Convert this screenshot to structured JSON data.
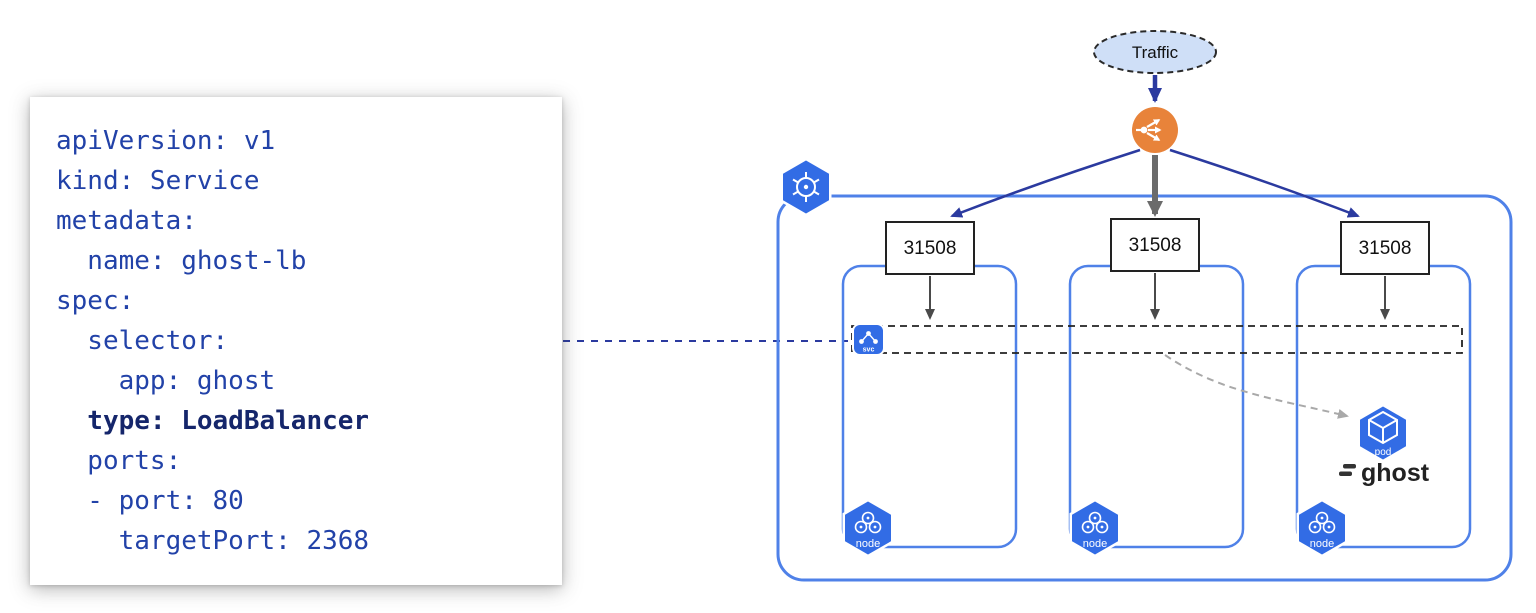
{
  "code_panel": {
    "lines": [
      "apiVersion: v1",
      "kind: Service",
      "metadata:",
      "  name: ghost-lb",
      "spec:",
      "  selector:",
      "    app: ghost",
      "  type: LoadBalancer",
      "  ports:",
      "  - port: 80",
      "    targetPort: 2368"
    ],
    "emphasized_line_index": 7
  },
  "diagram": {
    "traffic_label": "Traffic",
    "node_ports": [
      "31508",
      "31508",
      "31508"
    ],
    "service_icon_label": "svc",
    "pod_icon_label": "pod",
    "pod_app_label": "ghost",
    "node_icon_labels": [
      "node",
      "node",
      "node"
    ]
  },
  "colors": {
    "code_text": "#2242a8",
    "code_text_bold": "#15266b",
    "kubernetes_blue": "#326ce5",
    "cluster_border": "#4f81e8",
    "loadbalancer_orange": "#e8833a",
    "traffic_fill": "#cfdff7",
    "arrow_navy": "#2b3a9f",
    "arrow_gray": "#6b6b6b"
  }
}
